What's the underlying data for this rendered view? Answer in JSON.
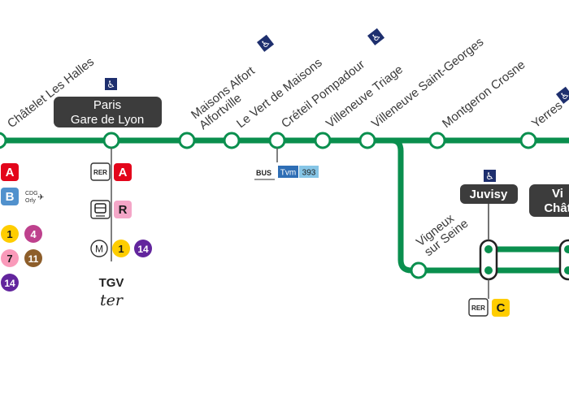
{
  "map": {
    "line_color": "#0a8f4e",
    "stations": [
      {
        "id": "chatelet",
        "name": "Châtelet Les Halles"
      },
      {
        "id": "gare-de-lyon",
        "name_lines": [
          "Paris",
          "Gare de Lyon"
        ],
        "accessible": true
      },
      {
        "id": "maisons-alfort",
        "name_lines": [
          "Maisons Alfort",
          "Alfortville"
        ],
        "accessible": true
      },
      {
        "id": "vert-de-maisons",
        "name": "Le Vert de Maisons"
      },
      {
        "id": "creteil",
        "name": "Créteil Pompadour",
        "accessible": true
      },
      {
        "id": "villeneuve-triage",
        "name": "Villeneuve Triage"
      },
      {
        "id": "villeneuve-st-georges",
        "name": "Villeneuve Saint-Georges"
      },
      {
        "id": "montgeron",
        "name": "Montgeron Crosne"
      },
      {
        "id": "yerres",
        "name": "Yerres"
      },
      {
        "id": "vigneux",
        "name_lines": [
          "Vigneux",
          "sur Seine"
        ]
      },
      {
        "id": "juvisy",
        "name": "Juvisy",
        "accessible": true
      },
      {
        "id": "viry",
        "name_lines": [
          "Vi",
          "Chât"
        ]
      }
    ],
    "connections": {
      "chatelet": {
        "rer": [
          "A",
          "B"
        ],
        "airport": [
          "CDG",
          "Orly"
        ],
        "metro": [
          "1",
          "4",
          "7",
          "11",
          "14"
        ]
      },
      "gare_de_lyon": {
        "rer_tag": "RER",
        "rer": [
          "A"
        ],
        "transilien_line": "R",
        "metro_tag": "M",
        "metro": [
          "1",
          "14"
        ],
        "rail": [
          "TGV",
          "ter"
        ]
      },
      "creteil": {
        "bus_tag": "BUS",
        "tvm": "Tvm",
        "bus_line": "393"
      },
      "juvisy": {
        "rer_tag": "RER",
        "rer": [
          "C"
        ]
      }
    },
    "colors": {
      "rer_a": "#e3051b",
      "rer_b": "#5191cd",
      "rer_c": "#ffcd00",
      "metro_1": "#ffcd00",
      "metro_4": "#be418d",
      "metro_7": "#fa9aba",
      "metro_11": "#8d5e2a",
      "metro_14": "#62259d",
      "transilien_r": "#f4a6c7",
      "tvm": "#2e6eb5",
      "bus_393": "#86c5e6",
      "label_box": "#3c3c3c",
      "accessibility": "#1e2f6e"
    }
  }
}
